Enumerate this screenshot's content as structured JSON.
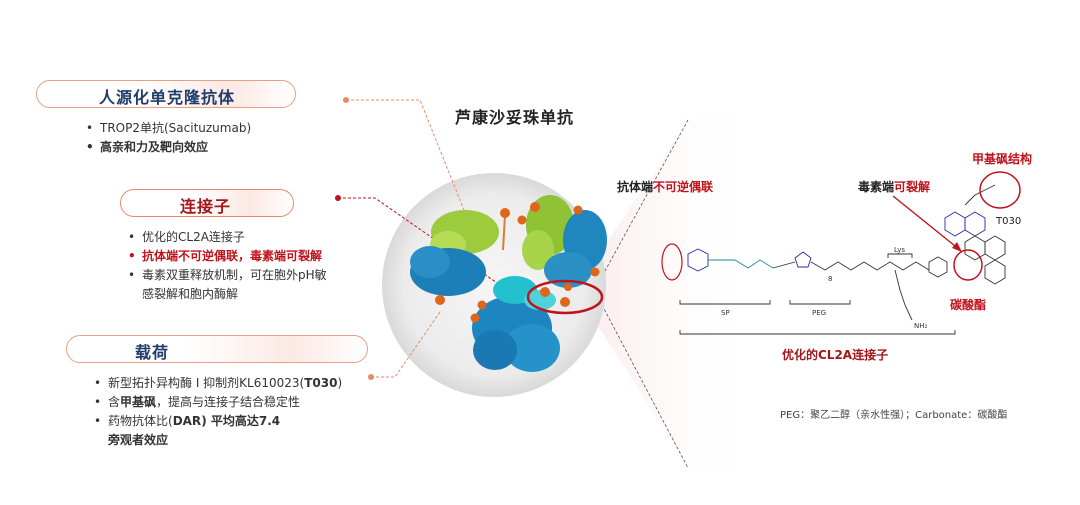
{
  "title": "芦康沙妥珠单抗",
  "sections": {
    "antibody": {
      "heading": "人源化单克隆抗体",
      "items": [
        "TROP2单抗(Sacituzumab)",
        "高亲和力及靶向效应"
      ]
    },
    "linker": {
      "heading": "连接子",
      "items": [
        "优化的CL2A连接子",
        "抗体端不可逆偶联，毒素端可裂解",
        "毒素双重释放机制，可在胞外pH敏",
        "感裂解和胞内酶解"
      ]
    },
    "payload": {
      "heading": "载荷",
      "item1_prefix": "新型拓扑异构酶 I 抑制剂KL610023(",
      "item1_bold": "T030",
      "item1_suffix": ")",
      "item2_prefix": "含",
      "item2_bold": "甲基砜",
      "item2_suffix": "，提高与连接子结合稳定性",
      "item3_prefix": "药物抗体比(",
      "item3_bold": "DAR",
      "item3_suffix": ") 平均高达7.4",
      "item4": "旁观者效应"
    }
  },
  "structure": {
    "antibody_end_prefix": "抗体端",
    "antibody_end_red": "不可逆偶联",
    "toxin_end_prefix": "毒素端",
    "toxin_end_red": "可裂解",
    "methylsulfone_label": "甲基砜结构",
    "carbonate_label": "碳酸酯",
    "t030_label": "T030",
    "sp_label": "SP",
    "peg_label": "PEG",
    "lys_label": "Lys",
    "repeat_label": "8",
    "nh2_label": "NH₂",
    "linker_caption": "优化的CL2A连接子",
    "legend": "PEG：聚乙二醇（亲水性强）；Carbonate：碳酸酯"
  },
  "colors": {
    "navy": "#1f3d6b",
    "red": "#c0141c",
    "orange": "#e88a6a",
    "teal": "#1a8a9a",
    "blue_atoms": "#2a2aa0"
  }
}
